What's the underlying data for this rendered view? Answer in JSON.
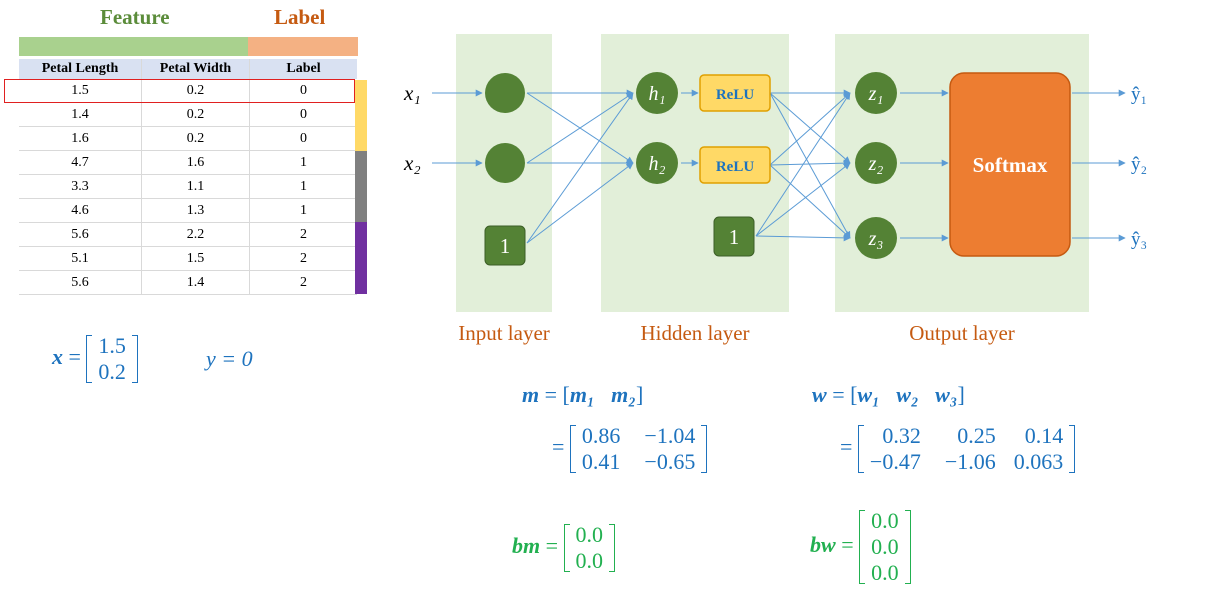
{
  "table": {
    "feature_title": "Feature",
    "label_title": "Label",
    "columns": [
      "Petal Length",
      "Petal Width",
      "Label"
    ],
    "rows": [
      [
        "1.5",
        "0.2",
        "0"
      ],
      [
        "1.4",
        "0.2",
        "0"
      ],
      [
        "1.6",
        "0.2",
        "0"
      ],
      [
        "4.7",
        "1.6",
        "1"
      ],
      [
        "3.3",
        "1.1",
        "1"
      ],
      [
        "4.6",
        "1.3",
        "1"
      ],
      [
        "5.6",
        "2.2",
        "2"
      ],
      [
        "5.1",
        "1.5",
        "2"
      ],
      [
        "5.6",
        "1.4",
        "2"
      ]
    ],
    "class_colors": [
      "#ffd966",
      "#808080",
      "#7030a0"
    ],
    "highlight_color": "#e02020"
  },
  "sample": {
    "x_symbol": "x",
    "x_values": [
      "1.5",
      "0.2"
    ],
    "y_text": "y = 0"
  },
  "network": {
    "inputs": [
      "x₁",
      "x₂"
    ],
    "bias_label": "1",
    "hidden": [
      "h₁",
      "h₂"
    ],
    "activation": "ReLU",
    "outputs": [
      "z₁",
      "z₂",
      "z₃"
    ],
    "softmax_label": "Softmax",
    "predictions": [
      "ŷ₁",
      "ŷ₂",
      "ŷ₃"
    ],
    "layers": [
      "Input layer",
      "Hidden layer",
      "Output layer"
    ],
    "colors": {
      "layer_bg": "#e2efd9",
      "node": "#548235",
      "relu_fill": "#ffd966",
      "relu_border": "#e0a000",
      "relu_text": "#1e73be",
      "softmax": "#ed7d31",
      "edge": "#5b9bd5"
    }
  },
  "weights": {
    "m_symbol": "m",
    "m_parts": [
      "m₁",
      "m₂"
    ],
    "m_matrix": [
      [
        "0.86",
        "−1.04"
      ],
      [
        "0.41",
        "−0.65"
      ]
    ],
    "w_symbol": "w",
    "w_parts": [
      "w₁",
      "w₂",
      "w₃"
    ],
    "w_matrix": [
      [
        "0.32",
        "0.25",
        "0.14"
      ],
      [
        "−0.47",
        "−1.06",
        "0.063"
      ]
    ],
    "bm_symbol": "bm",
    "bm_matrix": [
      [
        "0.0"
      ],
      [
        "0.0"
      ]
    ],
    "bw_symbol": "bw",
    "bw_matrix": [
      [
        "0.0"
      ],
      [
        "0.0"
      ],
      [
        "0.0"
      ]
    ]
  }
}
